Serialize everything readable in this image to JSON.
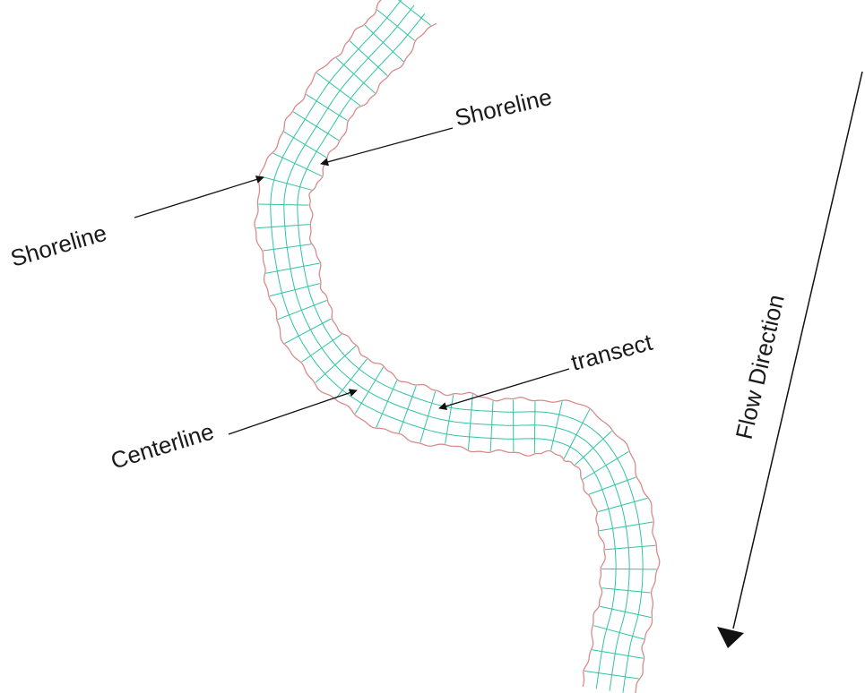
{
  "labels": {
    "shoreline_top": "Shoreline",
    "shoreline_left": "Shoreline",
    "transect": "transect",
    "centerline": "Centerline",
    "flow_direction": "Flow Direction"
  },
  "colors": {
    "shoreline": "#d98b8b",
    "grid": "#2ec4a4",
    "annotation": "#111111"
  }
}
